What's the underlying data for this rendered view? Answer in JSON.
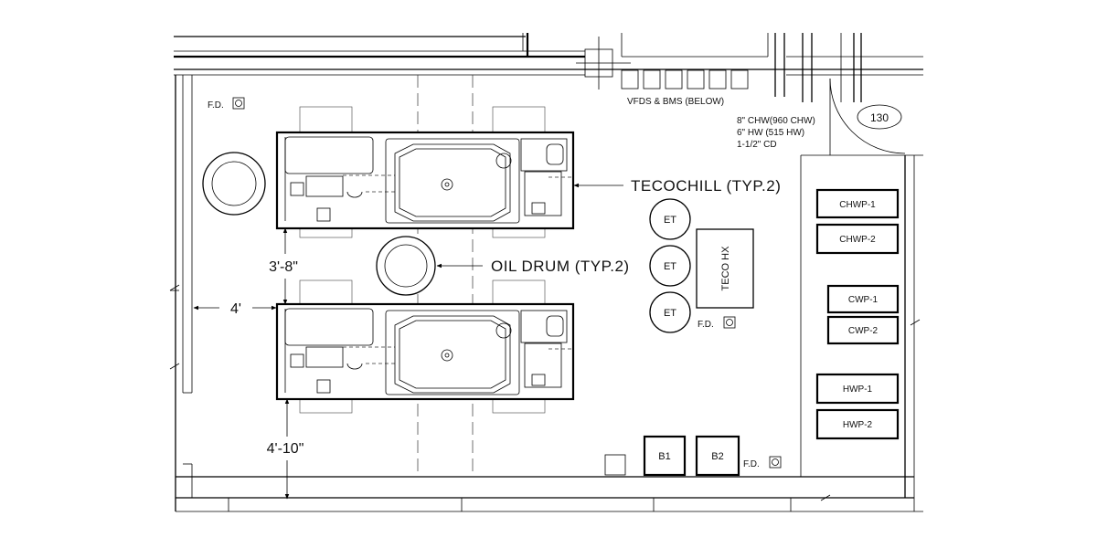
{
  "room_number": "130",
  "floor_drain_label": "F.D.",
  "vfd_note": "VFDS & BMS (BELOW)",
  "pipe_notes": [
    "8\" CHW(960 CHW)",
    "6\" HW  (515 HW)",
    "1-1/2\" CD"
  ],
  "chiller_callout": "TECOCHILL (TYP.2)",
  "oil_drum_callout": "OIL DRUM (TYP.2)",
  "expansion_tank_label": "ET",
  "heat_exchanger_label": "TECO HX",
  "pumps": {
    "chwp1": "CHWP-1",
    "chwp2": "CHWP-2",
    "cwp1": "CWP-1",
    "cwp2": "CWP-2",
    "hwp1": "HWP-1",
    "hwp2": "HWP-2"
  },
  "boilers": {
    "b1": "B1",
    "b2": "B2"
  },
  "dimensions": {
    "side_clearance": "4'",
    "between_chillers": "3'-8\"",
    "bottom_clearance": "4'-10\""
  }
}
